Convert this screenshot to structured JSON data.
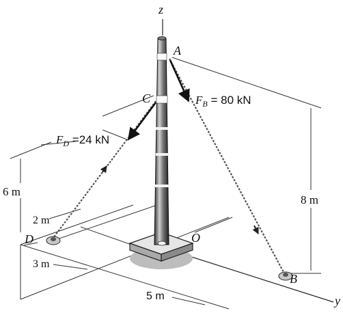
{
  "labels": {
    "axis_z": "z",
    "axis_y": "y",
    "point_a": "A",
    "point_b": "B",
    "point_c": "C",
    "point_d": "D",
    "point_o": "O",
    "force_b_symbol": "F",
    "force_b_sub": "B",
    "force_b_value": " = 80 kN",
    "force_d_symbol": "F",
    "force_d_sub": "D",
    "force_d_value": " =24 kN",
    "dim_6m": "6 m",
    "dim_8m": "8 m",
    "dim_2m": "2 m",
    "dim_3m": "3 m",
    "dim_5m": "5 m"
  }
}
